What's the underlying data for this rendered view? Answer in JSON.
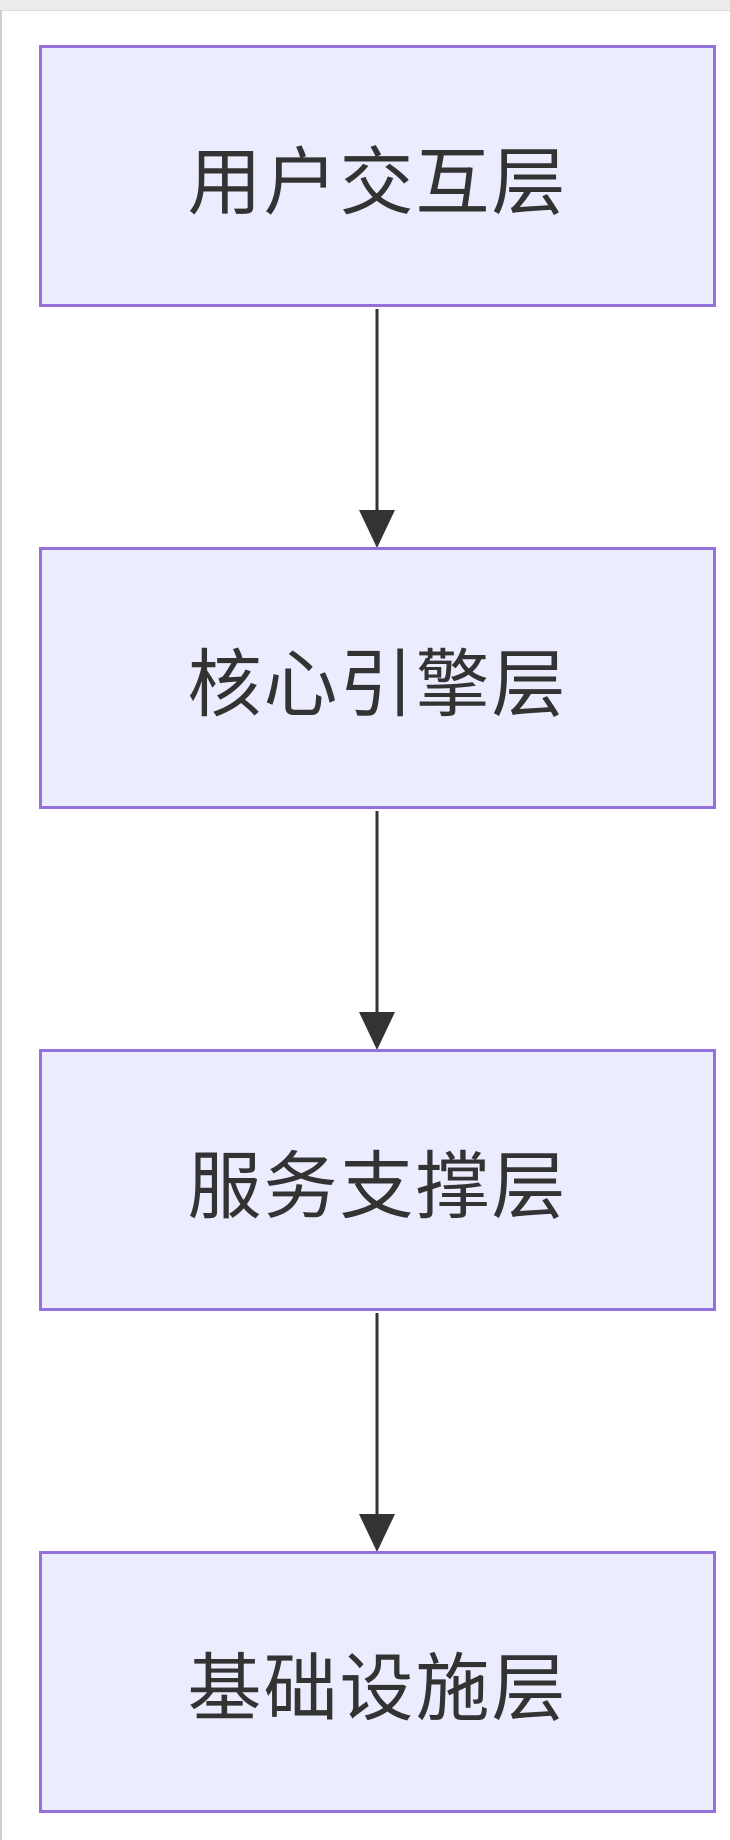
{
  "diagram": {
    "type": "flowchart",
    "direction": "top-to-bottom",
    "colors": {
      "node_fill": "#ececff",
      "node_border": "#9370db",
      "text": "#333333",
      "edge": "#333333"
    },
    "nodes": [
      {
        "id": "n1",
        "label": "用户交互层"
      },
      {
        "id": "n2",
        "label": "核心引擎层"
      },
      {
        "id": "n3",
        "label": "服务支撑层"
      },
      {
        "id": "n4",
        "label": "基础设施层"
      }
    ],
    "edges": [
      {
        "from": "n1",
        "to": "n2"
      },
      {
        "from": "n2",
        "to": "n3"
      },
      {
        "from": "n3",
        "to": "n4"
      }
    ]
  }
}
